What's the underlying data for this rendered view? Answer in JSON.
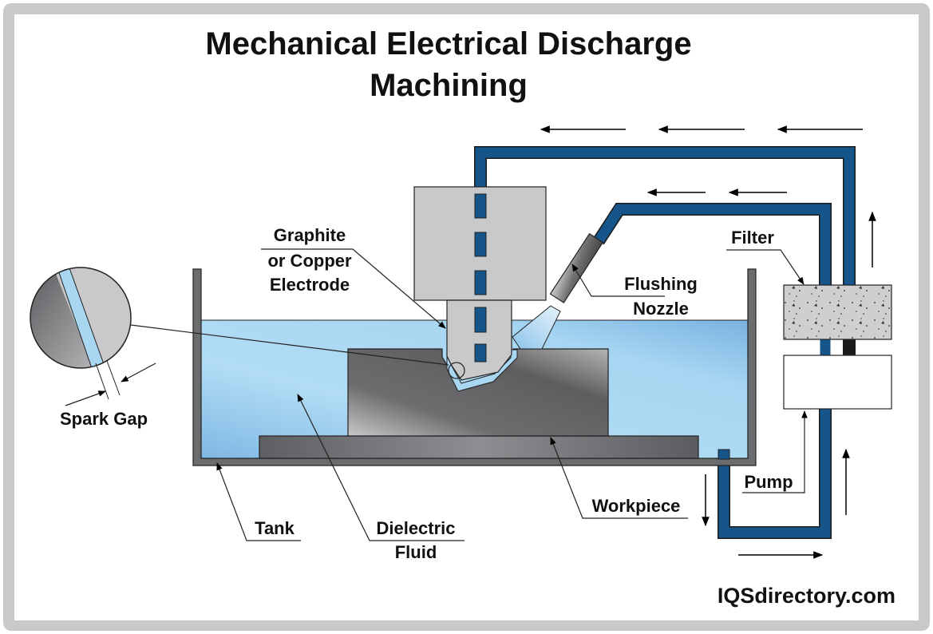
{
  "title": {
    "line1": "Mechanical Electrical Discharge",
    "line2": "Machining"
  },
  "labels": {
    "electrode": [
      "Graphite",
      "or Copper",
      "Electrode"
    ],
    "flushing_nozzle": [
      "Flushing",
      "Nozzle"
    ],
    "filter": "Filter",
    "spark_gap": "Spark Gap",
    "pump": "Pump",
    "workpiece": "Workpiece",
    "tank": "Tank",
    "dielectric_fluid": [
      "Dielectric",
      "Fluid"
    ]
  },
  "brand": "IQSdirectory.com",
  "colors": {
    "pipe": "#15558a",
    "fluid": "#a9d7f2",
    "frame": "#c8c9cb",
    "electrode": "#c9c9cb",
    "tank": "#6b6c6e"
  }
}
